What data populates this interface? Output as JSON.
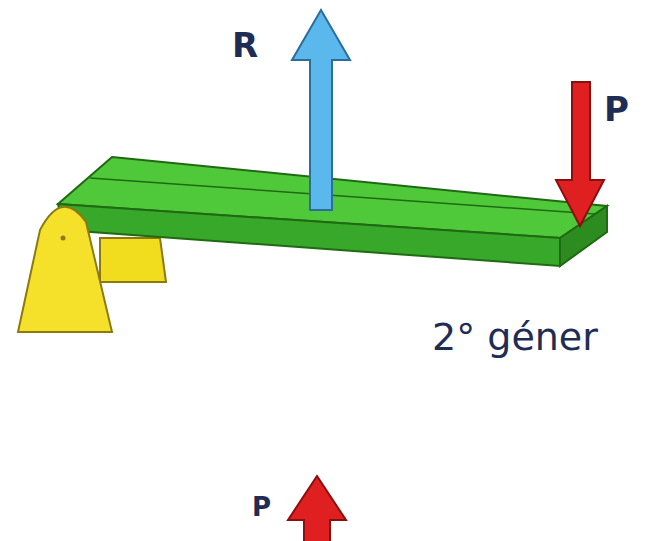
{
  "diagram": {
    "labels": [
      "R",
      "P",
      "2° géner",
      "P"
    ]
  }
}
